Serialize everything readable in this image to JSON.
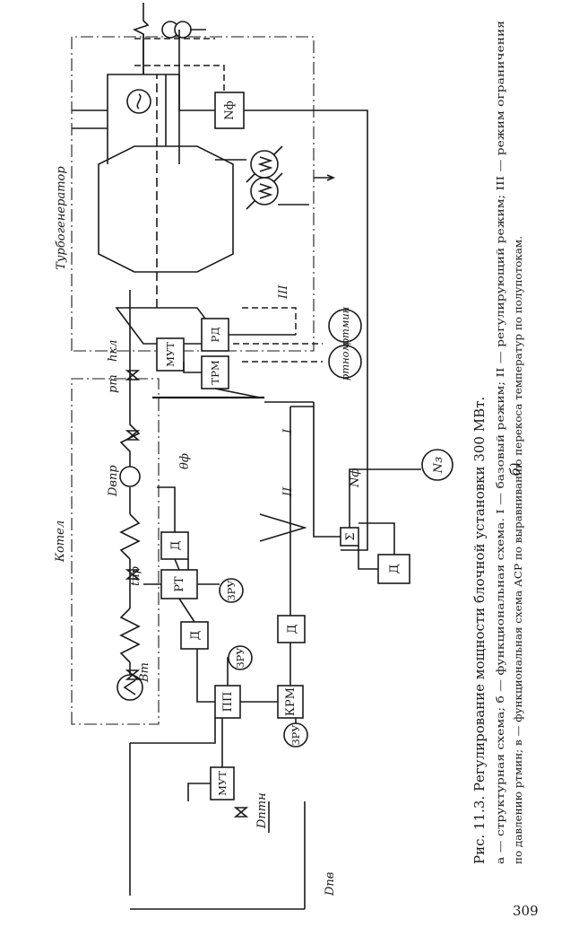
{
  "diagram": {
    "boiler_title": "Котел",
    "turbogen_title": "Турбогенератор",
    "sub_label": "б)",
    "blocks": {
      "pp": "ПП",
      "krm": "КРМ",
      "rt": "РТ",
      "d1": "Д",
      "d2": "Д",
      "d3": "Д",
      "d4": "Д",
      "mut1": "МУТ",
      "mut2": "МУТ",
      "trm": "ТРМ",
      "rd": "РД",
      "nf_box": "Nф",
      "sigma": "Σ"
    },
    "circles": {
      "zru1": "ЗРУ",
      "zru2": "ЗРУ",
      "zru3": "ЗРУ",
      "nz": "Nз",
      "pt_nom": "pтном",
      "pt_min": "pтмин"
    },
    "labels": {
      "d_ptn": "Dптн",
      "d_pv": "Dпв",
      "b_t": "Bт",
      "t_pr": "tпр",
      "d_vpr": "Dвпр",
      "theta_f": "θф",
      "p_t": "pт",
      "h_kl": "hкл",
      "n": "N",
      "n_f": "Nф",
      "mode_1": "I",
      "mode_2": "II",
      "mode_3": "III"
    }
  },
  "caption": {
    "line1": "Рис. 11.3. Регулирование мощности блочной установки 300 МВт.",
    "line2": "а — структурная схема; б — функциональная схема. I — базовый режим; II — регулирующий режим; III — режим ограничения",
    "line3": "по давлению pтмин; в — функциональная схема АСР по выравниванию перекоса температур по полупотокам."
  },
  "page_number": "309"
}
